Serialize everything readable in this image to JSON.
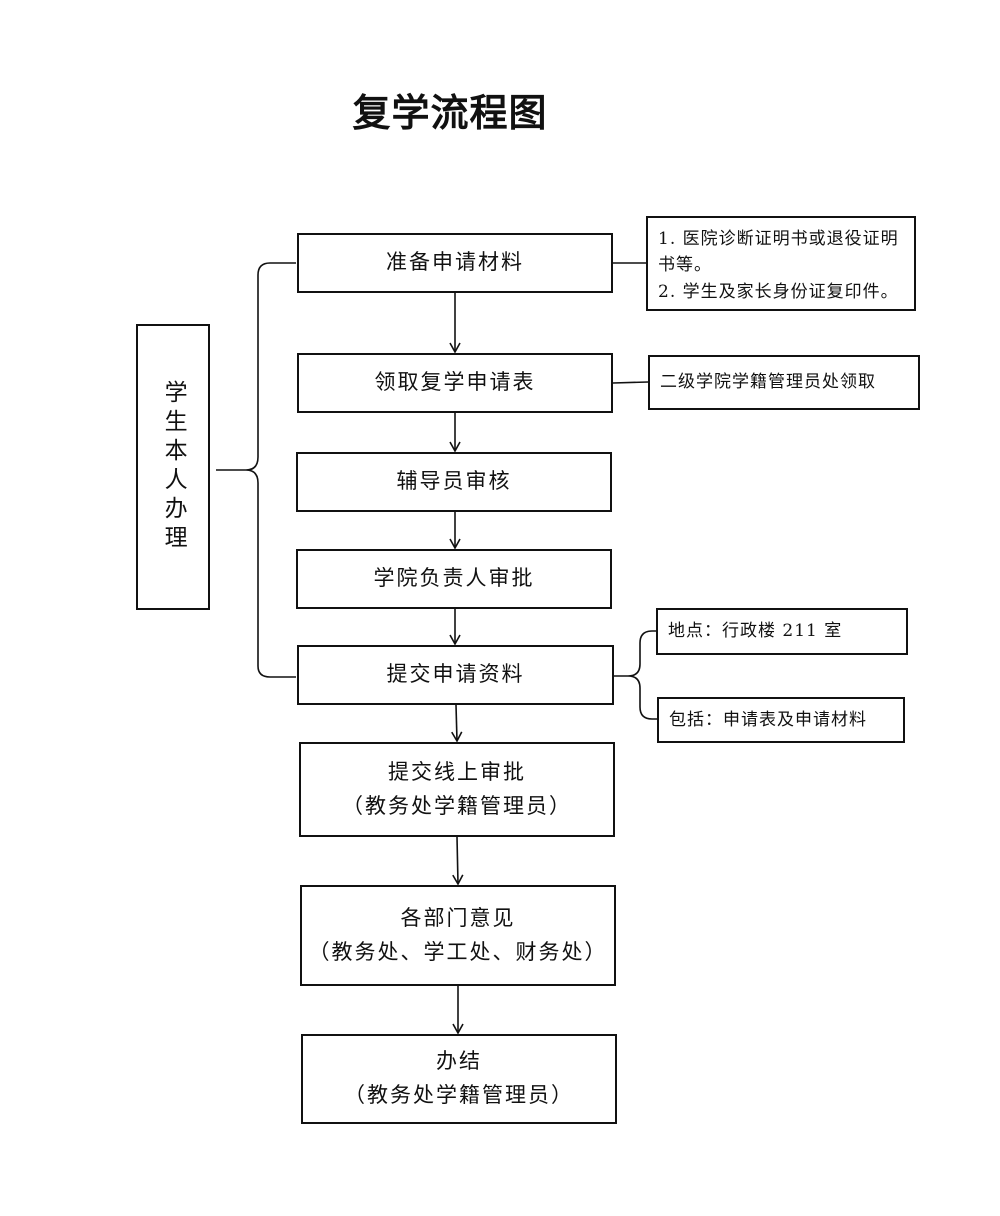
{
  "title": "复学流程图",
  "side_label": "学生本人办理",
  "steps": [
    {
      "line1": "准备申请材料",
      "line2": ""
    },
    {
      "line1": "领取复学申请表",
      "line2": ""
    },
    {
      "line1": "辅导员审核",
      "line2": ""
    },
    {
      "line1": "学院负责人审批",
      "line2": ""
    },
    {
      "line1": "提交申请资料",
      "line2": ""
    },
    {
      "line1": "提交线上审批",
      "line2": "（教务处学籍管理员）"
    },
    {
      "line1": "各部门意见",
      "line2": "（教务处、学工处、财务处）"
    },
    {
      "line1": "办结",
      "line2": "（教务处学籍管理员）"
    }
  ],
  "notes": {
    "materials_1": "1. 医院诊断证明书或退役证明书等。",
    "materials_2": "2. 学生及家长身份证复印件。",
    "form_pickup": "二级学院学籍管理员处领取",
    "location": "地点：行政楼 211 室",
    "includes": "包括：申请表及申请材料"
  }
}
